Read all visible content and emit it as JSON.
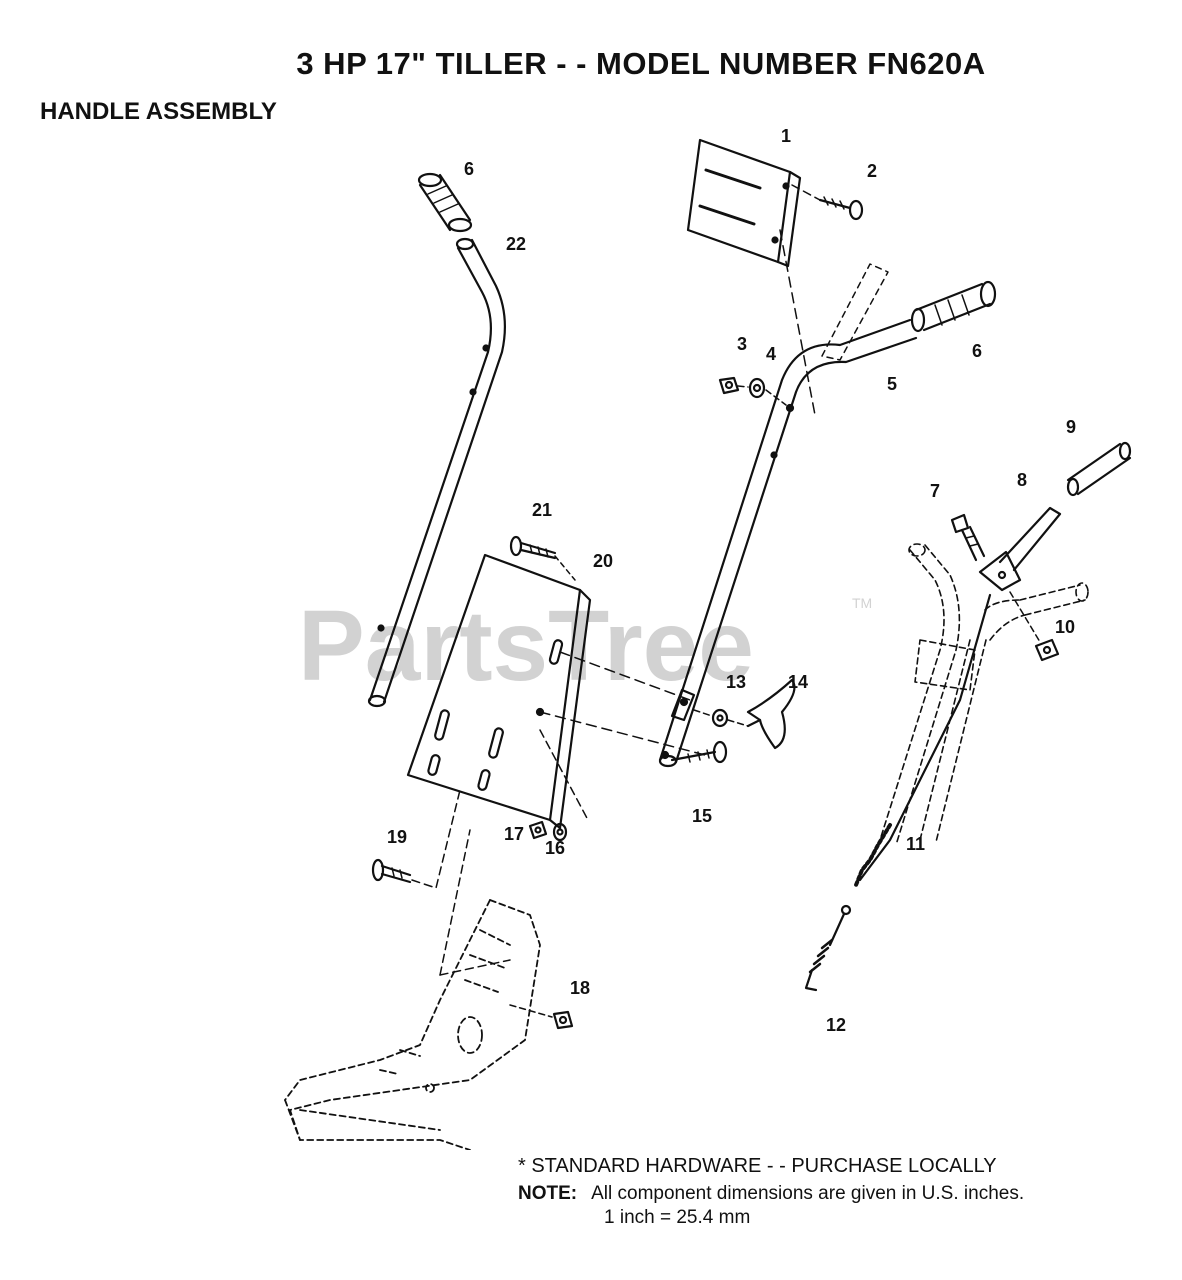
{
  "title": "3 HP  17\" TILLER - - MODEL NUMBER FN620A",
  "subtitle": "HANDLE ASSEMBLY",
  "watermark": "PartsTree",
  "watermark_tm": "TM",
  "footer": {
    "standard_hardware": "* STANDARD HARDWARE - - PURCHASE LOCALLY",
    "note_label": "NOTE:",
    "note_text": "All component dimensions are given in U.S. inches.",
    "conversion": "1 inch = 25.4 mm"
  },
  "parts": {
    "p1": "1",
    "p2": "2",
    "p3": "3",
    "p4": "4",
    "p5": "5",
    "p6a": "6",
    "p6b": "6",
    "p7": "7",
    "p8": "8",
    "p9": "9",
    "p10": "10",
    "p11": "11",
    "p12": "12",
    "p13": "13",
    "p14": "14",
    "p15": "15",
    "p16": "16",
    "p17": "17",
    "p18": "18",
    "p19": "19",
    "p20": "20",
    "p21": "21",
    "p22": "22"
  }
}
